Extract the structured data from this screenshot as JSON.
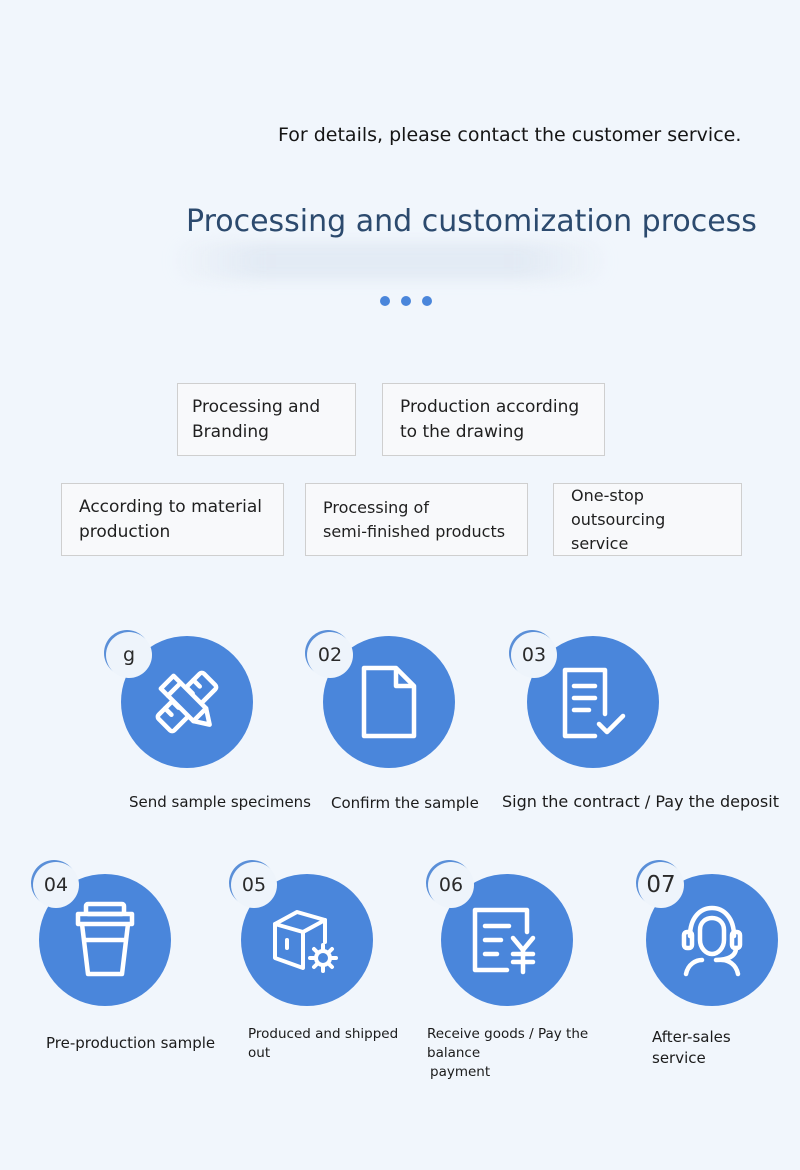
{
  "header": {
    "contact_text": "For details, please contact the customer service.",
    "title": "Processing and customization process"
  },
  "services": {
    "row1": [
      {
        "line1": "Processing and",
        "line2": "Branding"
      },
      {
        "line1": "Production according",
        "line2": "to the drawing"
      }
    ],
    "row2": [
      {
        "line1": "According to material",
        "line2": "production"
      },
      {
        "line1": "Processing of",
        "line2": "semi-finished products"
      },
      {
        "line1": "One-stop",
        "line2": "outsourcing service"
      }
    ]
  },
  "steps": [
    {
      "number": "g",
      "label": "Send sample specimens",
      "icon": "ruler-pencil-icon"
    },
    {
      "number": "02",
      "label": "Confirm the sample",
      "icon": "document-icon"
    },
    {
      "number": "03",
      "label": "Sign the contract / Pay the deposit",
      "icon": "contract-check-icon"
    },
    {
      "number": "04",
      "label": "Pre-production sample",
      "icon": "cup-icon"
    },
    {
      "number": "05",
      "label": "Produced and shipped out",
      "icon": "box-gear-icon"
    },
    {
      "number": "06",
      "label_line1": "Receive goods / Pay the balance",
      "label_line2": "payment",
      "icon": "invoice-yen-icon"
    },
    {
      "number": "07",
      "label_line1": "After-sales",
      "label_line2": "service",
      "icon": "headset-agent-icon"
    }
  ],
  "colors": {
    "accent": "#4a86db",
    "title": "#2c4a6e",
    "background": "#f1f6fc"
  }
}
